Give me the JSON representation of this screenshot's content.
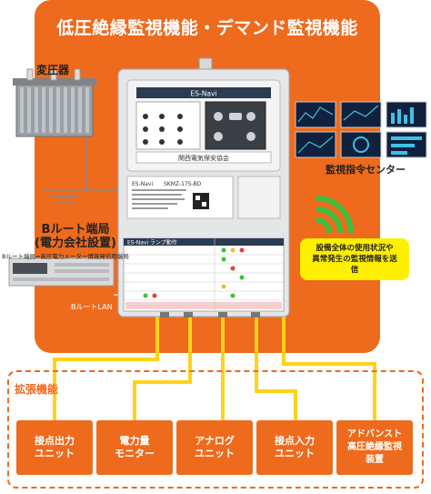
{
  "title": "低圧絶縁監視機能・デマンド監視機能",
  "transformer_label": "変圧器",
  "broute": {
    "title_line1": "Bルート端局",
    "title_line2": "(電力会社設置)",
    "subtitle": "Bルート端局=高圧電力メーター情報発信用端局",
    "lan_label": "BルートLAN"
  },
  "center_label": "監視指令センター",
  "callout": {
    "line1": "設備全体の使用状況や",
    "line2": "異常発生の監視情報を送信"
  },
  "device": {
    "brand": "ES-Navi",
    "maker": "関西電気保安協会",
    "model_heading": "ES-Navi",
    "model": "SKMZ-17S-BD",
    "lamp_heading": "ES-Navi ランプ動作"
  },
  "extension": {
    "title": "拡張機能",
    "units": [
      "接点出力\nユニット",
      "電力量\nモニター",
      "アナログ\nユニット",
      "接点入力\nユニット",
      "アドバンスト\n高圧絶縁監視\n装置"
    ]
  },
  "colors": {
    "accent": "#ee6a1d",
    "callout": "#ffef00",
    "wifi": "#3fbf3f"
  },
  "icons": [
    "transformer-icon",
    "broute-terminal-icon",
    "monitor-screens-icon",
    "wifi-signal-icon",
    "es-navi-device-icon"
  ]
}
